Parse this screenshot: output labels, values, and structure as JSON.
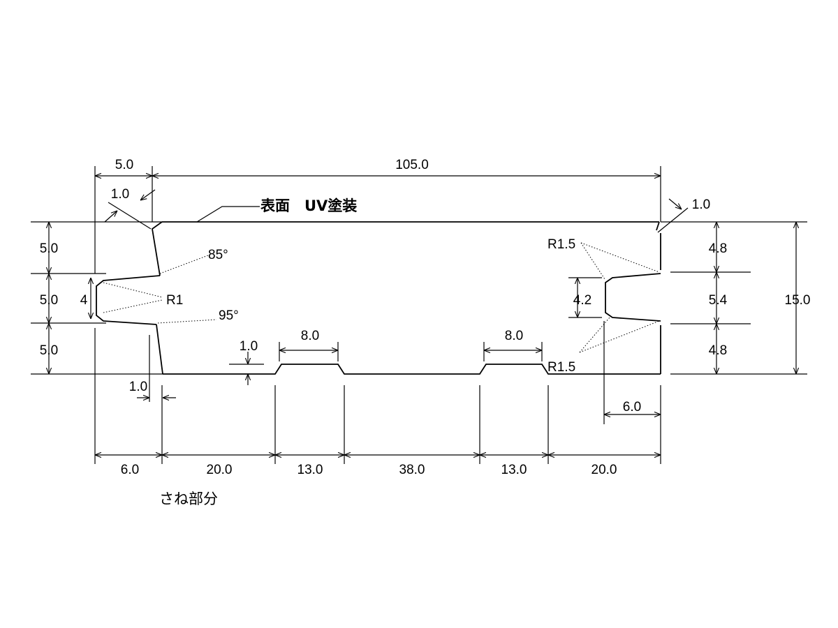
{
  "dimensions": {
    "top_left_5": "5.0",
    "top_overall_105": "105.0",
    "chamfer_left": "1.0",
    "chamfer_right": "1.0",
    "left_h_top": "5.0",
    "left_h_mid": "5.0",
    "left_h_bot": "5.0",
    "tongue_height": "4",
    "radius_tongue": "R1",
    "angle_upper": "85°",
    "angle_lower": "95°",
    "relief_depth": "1.0",
    "relief_width_1": "8.0",
    "relief_width_2": "8.0",
    "radius_right_top": "R1.5",
    "radius_right_bot": "R1.5",
    "groove_height": "4.2",
    "right_h_top": "4.8",
    "right_h_mid": "5.4",
    "right_h_bot": "4.8",
    "overall_height": "15.0",
    "bottom_offset": "1.0",
    "groove_depth": "6.0",
    "bottom_6": "6.0",
    "bottom_20_left": "20.0",
    "bottom_13_left": "13.0",
    "bottom_38": "38.0",
    "bottom_13_right": "13.0",
    "bottom_20_right": "20.0"
  },
  "notes": {
    "surface": "表面　UV塗装",
    "tongue_part": "さね部分"
  }
}
